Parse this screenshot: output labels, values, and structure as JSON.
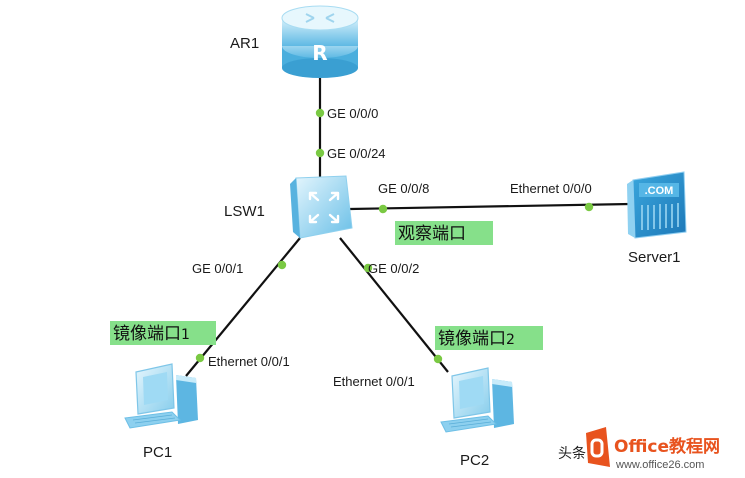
{
  "devices": {
    "router": {
      "name": "AR1"
    },
    "switch": {
      "name": "LSW1"
    },
    "server": {
      "name": "Server1",
      "badge": ".COM"
    },
    "pc1": {
      "name": "PC1"
    },
    "pc2": {
      "name": "PC2"
    }
  },
  "ports": {
    "ar1_ge000": "GE 0/0/0",
    "lsw1_ge0024": "GE 0/0/24",
    "lsw1_ge008": "GE 0/0/8",
    "server_eth000": "Ethernet 0/0/0",
    "lsw1_ge001": "GE 0/0/1",
    "lsw1_ge002": "GE 0/0/2",
    "pc1_eth001": "Ethernet 0/0/1",
    "pc2_eth001": "Ethernet 0/0/1"
  },
  "annotations": {
    "observe_port": "观察端口",
    "mirror_port1": "镜像端口",
    "mirror_port1_num": "1",
    "mirror_port2": "镜像端口",
    "mirror_port2_num": "2"
  },
  "watermark": {
    "prefix": "头条",
    "brand": "Office教程网",
    "url": "www.office26.com"
  },
  "colors": {
    "link": "#111111",
    "port_dot": "#7ac943",
    "highlight": "#86e08a",
    "device_light": "#bfe6f7",
    "device_mid": "#7cc8ea",
    "device_dark": "#2f9bd4",
    "office_orange": "#e8531e"
  }
}
